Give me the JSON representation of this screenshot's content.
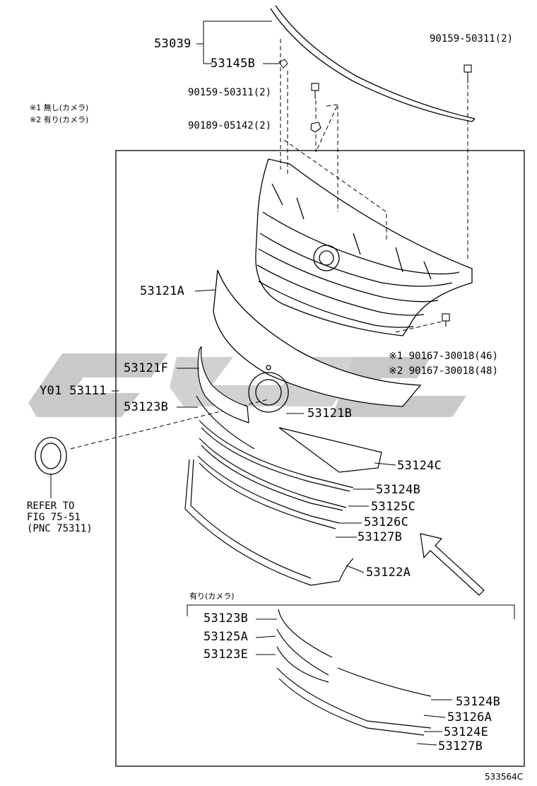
{
  "diagram": {
    "notes": {
      "note1": "※1 無し(カメラ)",
      "note2": "※2 有り(カメラ)"
    },
    "camera_group_caption": "有り(カメラ)",
    "labels": {
      "p53039": "53039",
      "p53145B": "53145B",
      "p90159_top": "90159-50311(2)",
      "p90159_mid": "90159-50311(2)",
      "p90189": "90189-05142(2)",
      "p53121A": "53121A",
      "p90167_46": "※1 90167-30018(46)",
      "p90167_48": "※2 90167-30018(48)",
      "p53121F": "53121F",
      "p53111": "Y01 53111",
      "p53123B_top": "53123B",
      "p53121B": "53121B",
      "p53124C": "53124C",
      "p53124B_top": "53124B",
      "p53125C": "53125C",
      "p53126C": "53126C",
      "p53127B_top": "53127B",
      "p53122A": "53122A",
      "p53123B_bot": "53123B",
      "p53125A": "53125A",
      "p53123E": "53123E",
      "p53124B_bot": "53124B",
      "p53126A": "53126A",
      "p53124E": "53124E",
      "p53127B_bot": "53127B"
    },
    "refer_note": "REFER TO\nFIG 75-51\n(PNC 75311)",
    "figure_code": "533564C",
    "watermark_color": "#c8c8c8"
  }
}
